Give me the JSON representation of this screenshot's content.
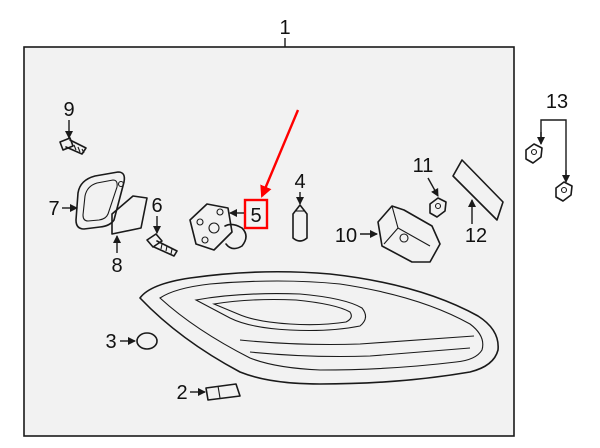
{
  "callouts": {
    "c1": "1",
    "c2": "2",
    "c3": "3",
    "c4": "4",
    "c5": "5",
    "c6": "6",
    "c7": "7",
    "c8": "8",
    "c9": "9",
    "c10": "10",
    "c11": "11",
    "c12": "12",
    "c13": "13"
  },
  "colors": {
    "highlight": "#ff0000",
    "line": "#1a1a1a",
    "panel_fill": "#f2f2f2"
  }
}
